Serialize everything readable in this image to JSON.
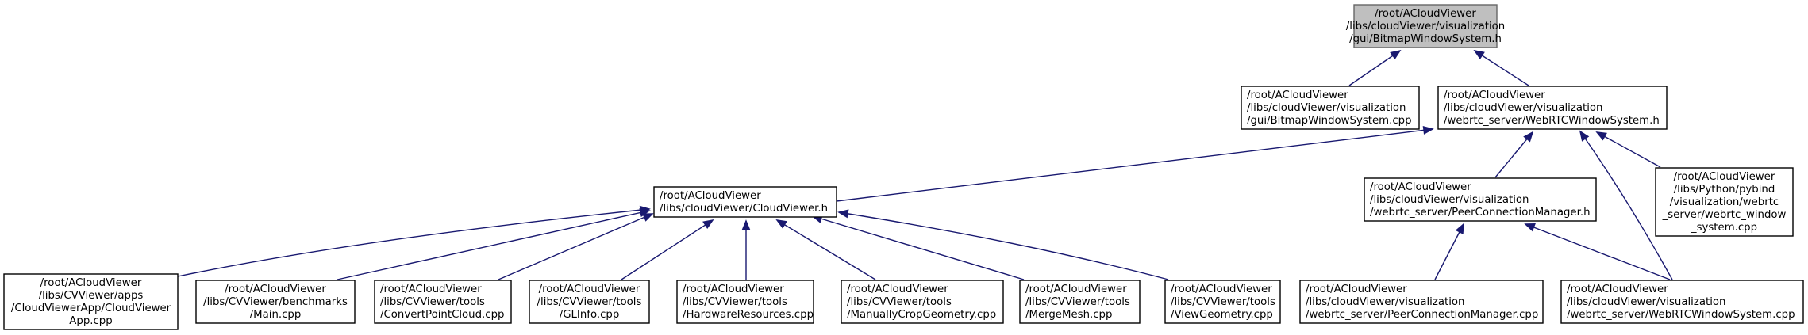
{
  "graph": {
    "title": "",
    "nodes": [
      {
        "id": "root",
        "lines": [
          "/root/ACloudViewer",
          "/libs/cloudViewer/visualization",
          "/gui/BitmapWindowSystem.h"
        ],
        "highlighted": true
      },
      {
        "id": "bitmap_cpp",
        "lines": [
          "/root/ACloudViewer",
          "/libs/cloudViewer/visualization",
          "/gui/BitmapWindowSystem.cpp"
        ]
      },
      {
        "id": "webrtc_h",
        "lines": [
          "/root/ACloudViewer",
          "/libs/cloudViewer/visualization",
          "/webrtc_server/WebRTCWindowSystem.h"
        ]
      },
      {
        "id": "cloudviewer_h",
        "lines": [
          "/root/ACloudViewer",
          "/libs/cloudViewer/CloudViewer.h"
        ]
      },
      {
        "id": "peer_h",
        "lines": [
          "/root/ACloudViewer",
          "/libs/cloudViewer/visualization",
          "/webrtc_server/PeerConnectionManager.h"
        ]
      },
      {
        "id": "pybind",
        "lines": [
          "/root/ACloudViewer",
          "/libs/Python/pybind",
          "/visualization/webrtc",
          "_server/webrtc_window",
          "_system.cpp"
        ]
      },
      {
        "id": "app_cpp",
        "lines": [
          "/root/ACloudViewer",
          "/libs/CVViewer/apps",
          "/CloudViewerApp/CloudViewer",
          "App.cpp"
        ]
      },
      {
        "id": "main_cpp",
        "lines": [
          "/root/ACloudViewer",
          "/libs/CVViewer/benchmarks",
          "/Main.cpp"
        ]
      },
      {
        "id": "convert_cpp",
        "lines": [
          "/root/ACloudViewer",
          "/libs/CVViewer/tools",
          "/ConvertPointCloud.cpp"
        ]
      },
      {
        "id": "glinfo_cpp",
        "lines": [
          "/root/ACloudViewer",
          "/libs/CVViewer/tools",
          "/GLInfo.cpp"
        ]
      },
      {
        "id": "hw_cpp",
        "lines": [
          "/root/ACloudViewer",
          "/libs/CVViewer/tools",
          "/HardwareResources.cpp"
        ]
      },
      {
        "id": "crop_cpp",
        "lines": [
          "/root/ACloudViewer",
          "/libs/CVViewer/tools",
          "/ManuallyCropGeometry.cpp"
        ]
      },
      {
        "id": "merge_cpp",
        "lines": [
          "/root/ACloudViewer",
          "/libs/CVViewer/tools",
          "/MergeMesh.cpp"
        ]
      },
      {
        "id": "viewgeom_cpp",
        "lines": [
          "/root/ACloudViewer",
          "/libs/CVViewer/tools",
          "/ViewGeometry.cpp"
        ]
      },
      {
        "id": "peer_cpp",
        "lines": [
          "/root/ACloudViewer",
          "/libs/cloudViewer/visualization",
          "/webrtc_server/PeerConnectionManager.cpp"
        ]
      },
      {
        "id": "webrtc_cpp",
        "lines": [
          "/root/ACloudViewer",
          "/libs/cloudViewer/visualization",
          "/webrtc_server/WebRTCWindowSystem.cpp"
        ]
      }
    ],
    "edges": [
      {
        "from": "bitmap_cpp",
        "to": "root"
      },
      {
        "from": "webrtc_h",
        "to": "root"
      },
      {
        "from": "cloudviewer_h",
        "to": "webrtc_h"
      },
      {
        "from": "peer_h",
        "to": "webrtc_h"
      },
      {
        "from": "pybind",
        "to": "webrtc_h"
      },
      {
        "from": "webrtc_cpp",
        "to": "webrtc_h"
      },
      {
        "from": "peer_cpp",
        "to": "peer_h"
      },
      {
        "from": "webrtc_cpp",
        "to": "peer_h"
      },
      {
        "from": "app_cpp",
        "to": "cloudviewer_h"
      },
      {
        "from": "main_cpp",
        "to": "cloudviewer_h"
      },
      {
        "from": "convert_cpp",
        "to": "cloudviewer_h"
      },
      {
        "from": "glinfo_cpp",
        "to": "cloudviewer_h"
      },
      {
        "from": "hw_cpp",
        "to": "cloudviewer_h"
      },
      {
        "from": "crop_cpp",
        "to": "cloudviewer_h"
      },
      {
        "from": "merge_cpp",
        "to": "cloudviewer_h"
      },
      {
        "from": "viewgeom_cpp",
        "to": "cloudviewer_h"
      }
    ],
    "colors": {
      "edge": "#191970",
      "root_fill": "#bfbfbf",
      "root_border": "#666666",
      "node_fill": "#ffffff",
      "node_border": "#000000"
    }
  }
}
